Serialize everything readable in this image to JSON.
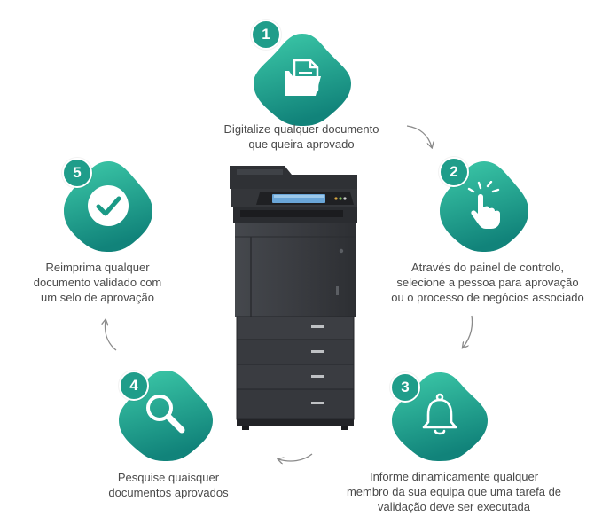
{
  "colors": {
    "teal_light": "#36c4a8",
    "teal_dark": "#13877a",
    "badge": "#1f9d8a",
    "caption_text": "#4a4a4a",
    "arrow": "#8a8a8a",
    "printer_body": "#3b3d41"
  },
  "steps": [
    {
      "number": "1",
      "icon": "document-scan-icon",
      "caption_lines": [
        "Digitalize qualquer documento",
        "que queira aprovado"
      ]
    },
    {
      "number": "2",
      "icon": "touch-hand-icon",
      "caption_lines": [
        "Através do painel de controlo,",
        "selecione a pessoa para aprovação",
        "ou o processo de negócios associado"
      ]
    },
    {
      "number": "3",
      "icon": "bell-icon",
      "caption_lines": [
        "Informe dinamicamente qualquer",
        "membro da sua equipa que uma tarefa de",
        "validação deve ser executada"
      ]
    },
    {
      "number": "4",
      "icon": "search-icon",
      "caption_lines": [
        "Pesquise quaisquer",
        "documentos aprovados"
      ]
    },
    {
      "number": "5",
      "icon": "checkmark-icon",
      "caption_lines": [
        "Reimprima qualquer",
        "documento validado com",
        "um selo de aprovação"
      ]
    }
  ],
  "center_image": "multifunction-printer"
}
